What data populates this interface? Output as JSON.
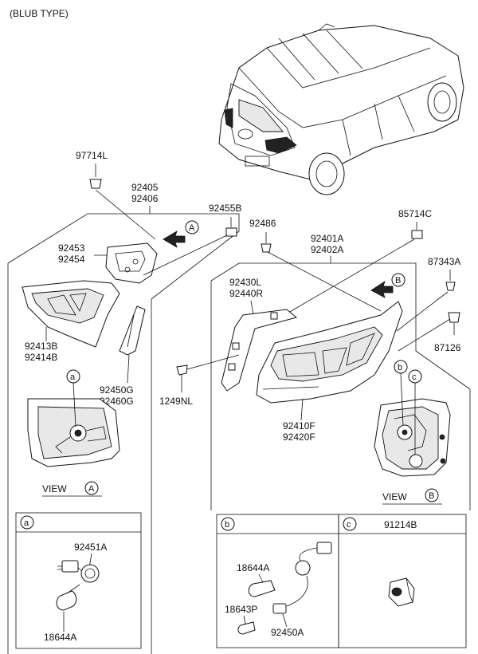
{
  "header": {
    "type_label": "(BLUB TYPE)"
  },
  "labels": {
    "p97714L": "97714L",
    "p92405": "92405",
    "p92406": "92406",
    "p92455B": "92455B",
    "p92486": "92486",
    "p85714C": "85714C",
    "p92401A": "92401A",
    "p92402A": "92402A",
    "p92453": "92453",
    "p92454": "92454",
    "p87343A": "87343A",
    "p92430L": "92430L",
    "p92440R": "92440R",
    "p92413B": "92413B",
    "p92414B": "92414B",
    "p87126": "87126",
    "p92450G": "92450G",
    "p92460G": "92460G",
    "p1249NL": "1249NL",
    "p92410F": "92410F",
    "p92420F": "92420F"
  },
  "views": {
    "view_a_text": "VIEW",
    "view_a_letter": "A",
    "view_b_text": "VIEW",
    "view_b_letter": "B",
    "arrow_a": "A",
    "arrow_b": "B"
  },
  "callouts": {
    "a": "a",
    "b": "b",
    "c": "c"
  },
  "detail_boxes": {
    "a": {
      "letter": "a",
      "parts": [
        "92451A",
        "18644A"
      ]
    },
    "b": {
      "letter": "b",
      "parts": [
        "18644A",
        "18643P",
        "92450A"
      ]
    },
    "c": {
      "letter": "c",
      "title": "91214B"
    }
  }
}
